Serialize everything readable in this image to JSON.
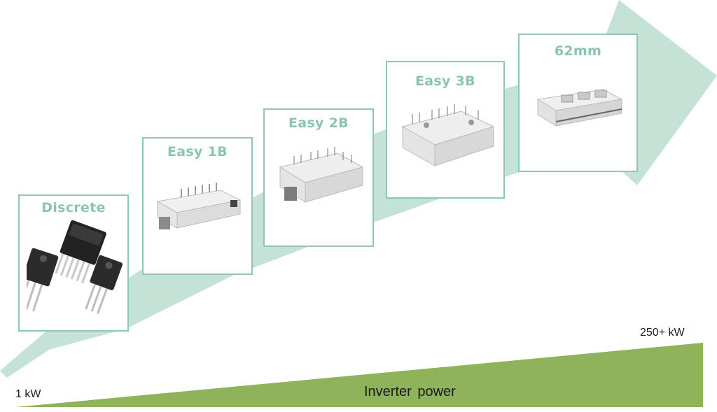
{
  "packages": [
    {
      "name": "Discrete",
      "image": "discrete-transistors"
    },
    {
      "name": "Easy 1B",
      "image": "easy-1b-module"
    },
    {
      "name": "Easy 2B",
      "image": "easy-2b-module"
    },
    {
      "name": "Easy 3B",
      "image": "easy-3b-module"
    },
    {
      "name": "62mm",
      "image": "62mm-module"
    }
  ],
  "power_axis": {
    "min_label": "1 kW",
    "max_label": "250+ kW",
    "title": "Inverter power"
  },
  "colors": {
    "arrow": "#c4e2d6",
    "box_border": "#8fc7b3",
    "title_text": "#8cc5ad",
    "wedge": "#8fb35a"
  }
}
